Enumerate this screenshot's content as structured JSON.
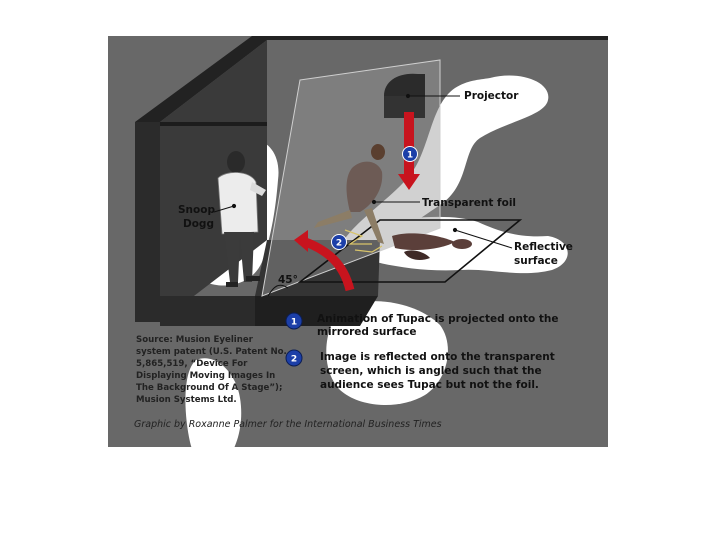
{
  "labels": {
    "projector": "Projector",
    "transparent_foil": "Transparent foil",
    "reflective_surface_line1": "Reflective",
    "reflective_surface_line2": "surface",
    "snoop_line1": "Snoop",
    "snoop_line2": "Dogg",
    "angle": "45°"
  },
  "steps": [
    {
      "number": "1",
      "line1": "Animation of Tupac is projected onto the",
      "line2": "mirrored surface"
    },
    {
      "number": "2",
      "line1": "Image is reflected onto the transparent",
      "line2": "screen, which is angled such that the",
      "line3": "audience sees Tupac but not the foil."
    }
  ],
  "source": {
    "line1": "Source: Musion Eyeliner",
    "line2": "system patent (U.S. Patent No.",
    "line3": "5,865,519, “Device For",
    "line4": "Displaying Moving Images In",
    "line5": "The Background Of A Stage”);",
    "line6": "Musion Systems Ltd."
  },
  "credit": "Graphic by Roxanne Palmer for the International Business Times",
  "colors": {
    "panel": "#686868",
    "stage_dark": "#2b2b2b",
    "arrow_red": "#c8141e",
    "badge_blue": "#1c3fa8",
    "highlight": "#ffffff"
  }
}
